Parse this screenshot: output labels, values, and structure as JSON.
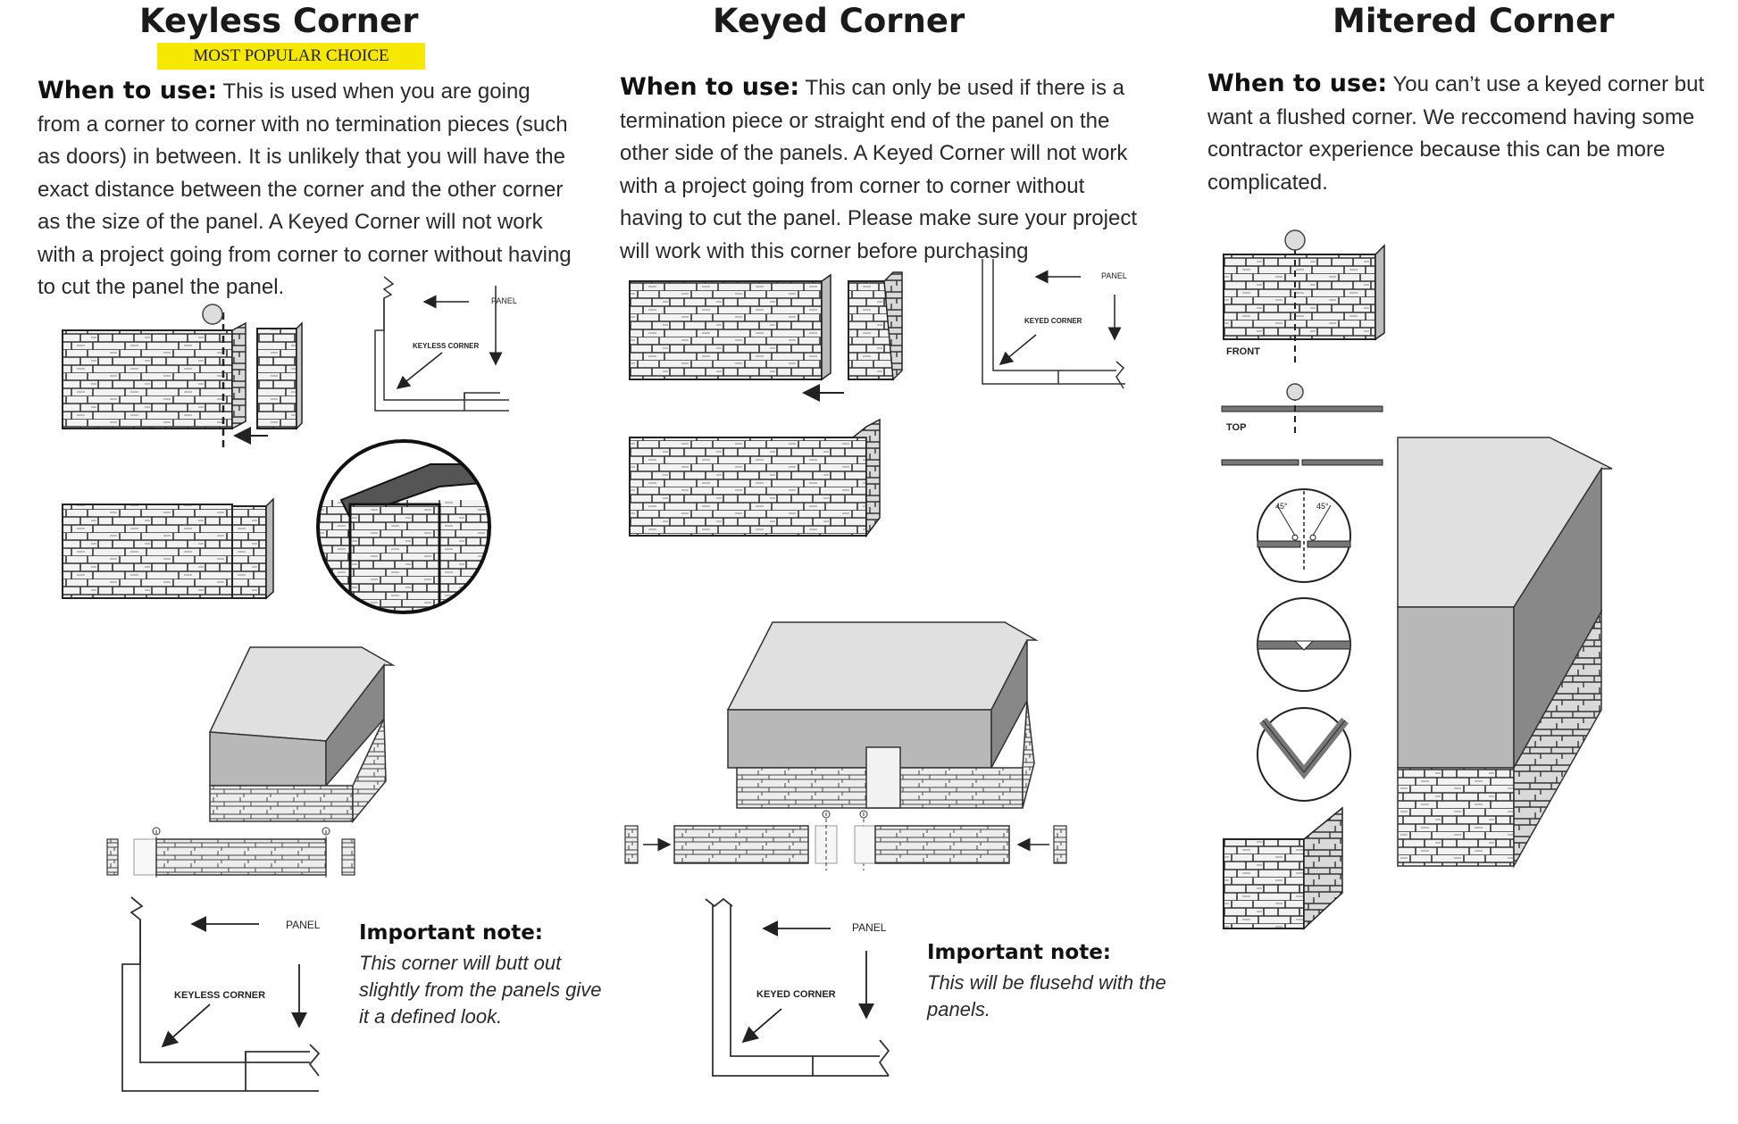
{
  "keyless": {
    "title": "Keyless Corner",
    "badge": "MOST POPULAR CHOICE",
    "lead": "When to use:",
    "body": "This is used when you are going from a corner to corner with no termination pieces (such as doors) in between.  It is unlikely that you will have the exact distance between the corner and the other corner as the size of the panel. A Keyed Corner will not work with a project going from corner to corner without having to cut the panel  the panel.",
    "diagram_small": {
      "panel_label": "PANEL",
      "corner_label": "KEYLESS CORNER"
    },
    "diagram_large": {
      "panel_label": "PANEL",
      "corner_label": "KEYLESS CORNER"
    },
    "note_title": "Important note:",
    "note_body": "This corner will butt out slightly from the panels give it a defined look."
  },
  "keyed": {
    "title": "Keyed Corner",
    "lead": "When to use:",
    "body": "This can only be used if there is a termination piece or straight end of the panel on the other side of the panels.  A Keyed Corner will not work with a project going from corner to corner without having to cut the panel. Please make sure your project will work with this corner before purchasing",
    "diagram_small": {
      "panel_label": "PANEL",
      "corner_label": "KEYED CORNER"
    },
    "diagram_large": {
      "panel_label": "PANEL",
      "corner_label": "KEYED CORNER"
    },
    "note_title": "Important note:",
    "note_body": "This will be flusehd with the panels."
  },
  "mitered": {
    "title": "Mitered Corner",
    "lead": "When to use:",
    "body": "You can’t use a keyed corner but want a flushed corner. We reccomend having some contractor experience because this can be more complicated.",
    "front_label": "FRONT",
    "top_label": "TOP",
    "angle_left": "45°",
    "angle_right": "45°"
  },
  "colors": {
    "highlight": "#f6e800",
    "line": "#222222",
    "roof": "#d9d9d9",
    "wall_light": "#bdbdbd",
    "wall_dark": "#8a8a8a",
    "stone": "#efefef"
  }
}
